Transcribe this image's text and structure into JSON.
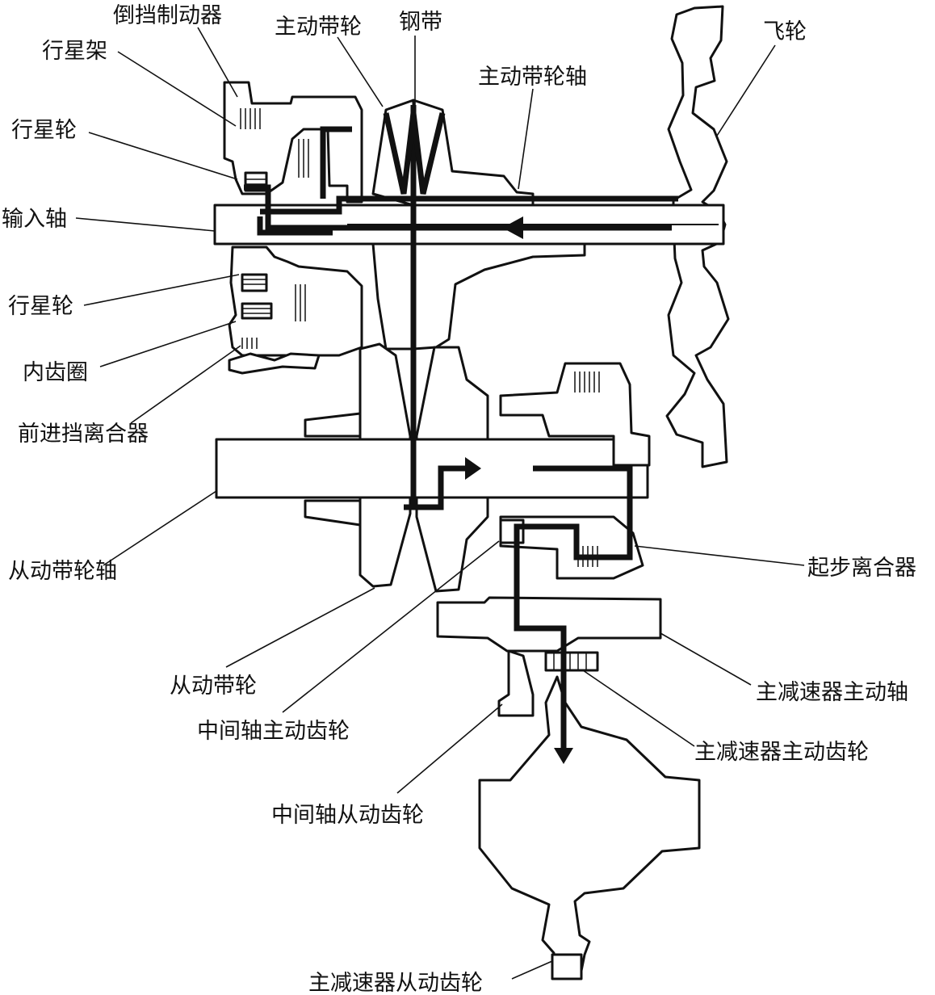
{
  "labels": {
    "reverse_brake": "倒挡制动器",
    "drive_pulley": "主动带轮",
    "steel_belt": "钢带",
    "flywheel": "飞轮",
    "planet_carrier": "行星架",
    "drive_pulley_shaft": "主动带轮轴",
    "planet_gear_upper": "行星轮",
    "input_shaft": "输入轴",
    "planet_gear_lower": "行星轮",
    "ring_gear": "内齿圈",
    "forward_clutch": "前进挡离合器",
    "driven_pulley_shaft": "从动带轮轴",
    "start_clutch": "起步离合器",
    "driven_pulley": "从动带轮",
    "final_drive_shaft": "主减速器主动轴",
    "countershaft_drive_gear": "中间轴主动齿轮",
    "final_drive_gear": "主减速器主动齿轮",
    "countershaft_driven_gear": "中间轴从动齿轮",
    "final_driven_gear": "主减速器从动齿轮"
  }
}
